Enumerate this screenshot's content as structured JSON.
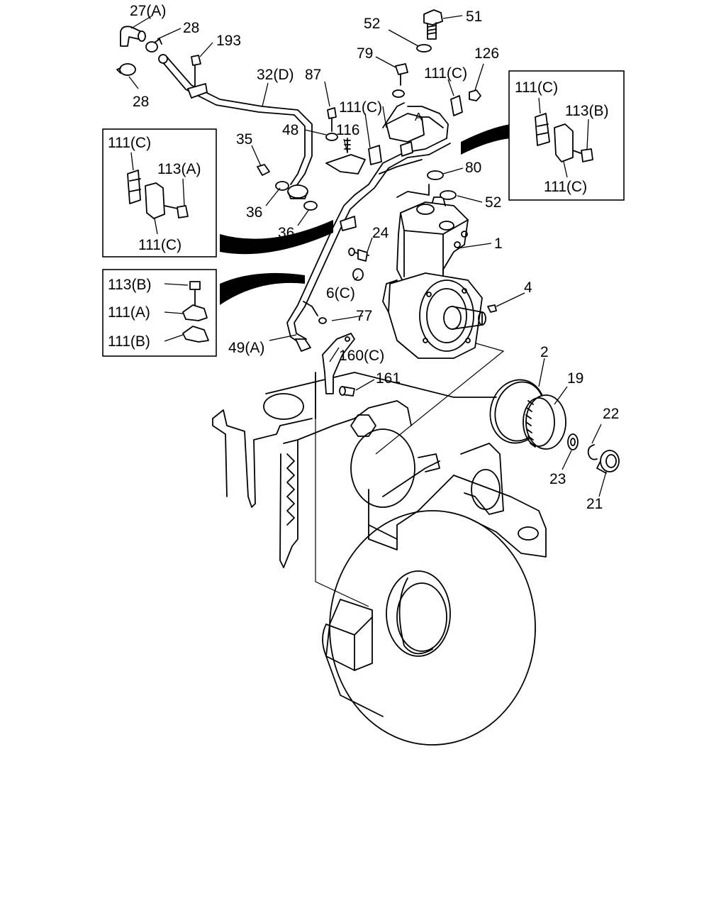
{
  "diagram": {
    "labels": {
      "l27a": "27(A)",
      "l28a": "28",
      "l28b": "28",
      "l193": "193",
      "l32d": "32(D)",
      "l87": "87",
      "l52a": "52",
      "l51": "51",
      "l79": "79",
      "l111c_a": "111(C)",
      "l126": "126",
      "l111c_b": "111(C)",
      "l48": "48",
      "l116": "116",
      "l35": "35",
      "l36a": "36",
      "l36b": "36",
      "l80": "80",
      "l52b": "52",
      "l24": "24",
      "l1": "1",
      "l6c": "6(C)",
      "l4": "4",
      "l77": "77",
      "l49a": "49(A)",
      "l160c": "160(C)",
      "l161": "161",
      "l2": "2",
      "l19": "19",
      "l22": "22",
      "l23": "23",
      "l21": "21"
    },
    "inset_left_top": {
      "l111c_1": "111(C)",
      "l113a": "113(A)",
      "l111c_2": "111(C)"
    },
    "inset_left_bottom": {
      "l113b": "113(B)",
      "l111a": "111(A)",
      "l111b": "111(B)"
    },
    "inset_right": {
      "l111c_1": "111(C)",
      "l113b": "113(B)",
      "l111c_2": "111(C)"
    }
  }
}
